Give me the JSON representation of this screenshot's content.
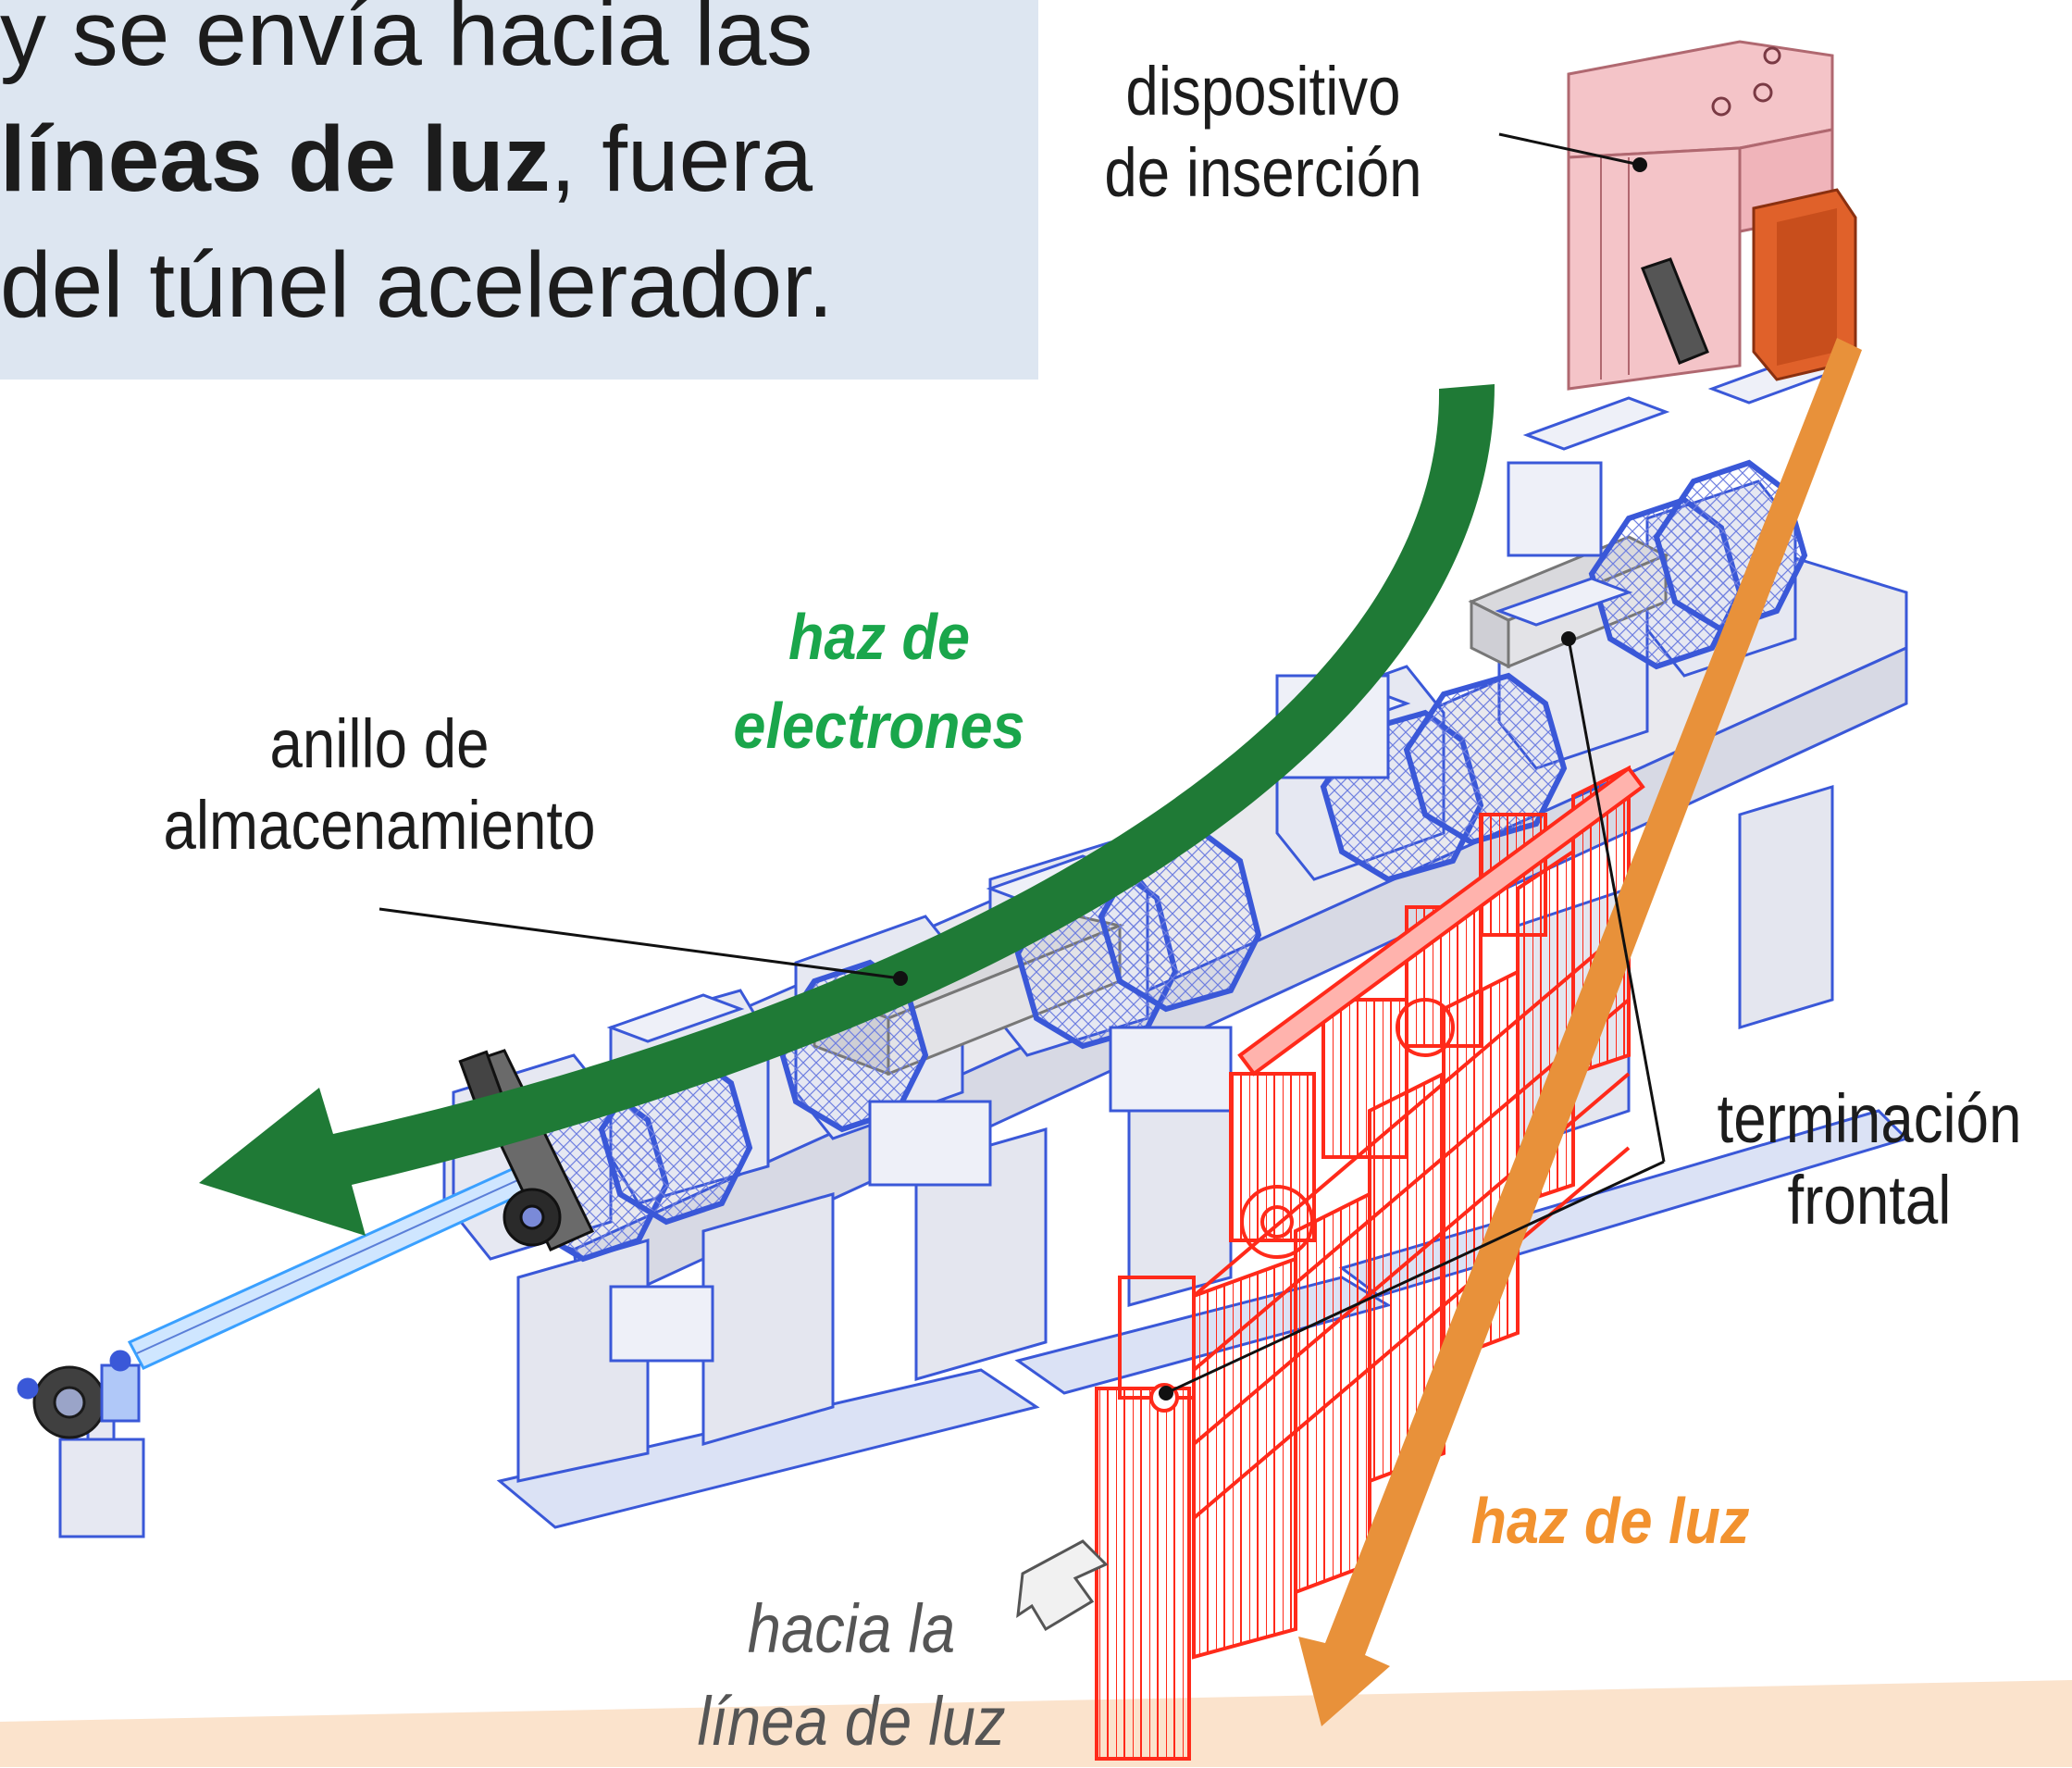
{
  "intro": {
    "line1": "y se envía hacia las",
    "line2_bold": "líneas de luz",
    "line2_rest": ", fuera",
    "line3": "del túnel acelerador."
  },
  "labels": {
    "insertion_device": [
      "dispositivo",
      "de inserción"
    ],
    "storage_ring": [
      "anillo de",
      "almacenamiento"
    ],
    "electron_beam": [
      "haz de",
      "electrones"
    ],
    "front_end": [
      "terminación",
      "frontal"
    ],
    "light_beam": "haz de luz",
    "to_beamline": [
      "hacia la",
      "línea de luz"
    ]
  },
  "colors": {
    "box_bg": "#dde6f1",
    "electron_arrow": "#1f7a36",
    "light_arrow": "#e8913a",
    "ring_outline": "#3a58d8",
    "ring_fill": "#e9e9ee",
    "front_end": "#ff2a1a",
    "insertion_device": "#f4c4c8",
    "orange_block": "#e0612a",
    "bottom_band": "#fbe3cc"
  }
}
